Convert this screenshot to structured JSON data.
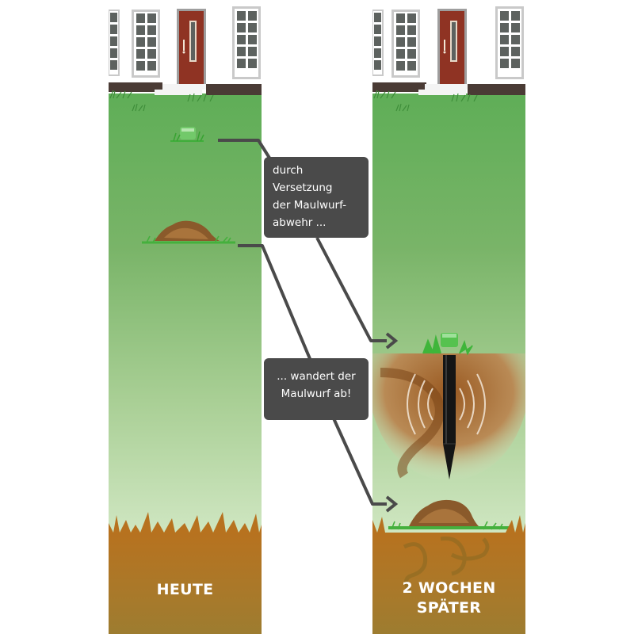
{
  "panels": {
    "left": {
      "label": "HEUTE"
    },
    "right": {
      "label_line1": "2 WOCHEN",
      "label_line2": "SPÄTER"
    }
  },
  "callouts": {
    "top": {
      "lines": [
        "durch",
        "Versetzung",
        "der Maulwurf-",
        "abwehr ..."
      ]
    },
    "bottom": {
      "lines": [
        "... wandert der",
        "Maulwurf ab!"
      ]
    }
  },
  "colors": {
    "lawn_top": "#5fae57",
    "lawn_bottom": "#cfe6c1",
    "soil": "#b7721f",
    "callout_bg": "#4a4a4a",
    "connector": "#4a4a4a",
    "door": "#8f3323",
    "device_green": "#4fbf4a",
    "molehill": "#8a5a2b"
  },
  "icons": {
    "device": "solar-mole-repeller-icon",
    "molehill": "molehill-icon",
    "arrow": "arrow-right-icon",
    "sound_waves": "sound-waves-icon"
  }
}
